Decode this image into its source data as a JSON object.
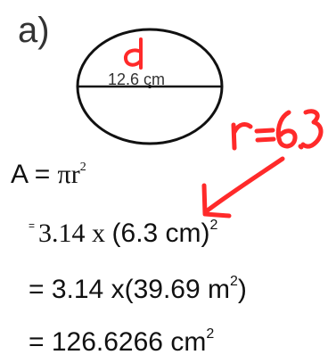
{
  "diagram": {
    "part_label": "a)",
    "diameter_value": "12.6 cm",
    "colors": {
      "ink": "#111111",
      "annotation": "#ff2a2a",
      "label_gray": "#333333"
    }
  },
  "annotations": {
    "d": "d",
    "r": "r=6.3"
  },
  "work": {
    "formula": {
      "lhs": "A = ",
      "pi_r": "πr",
      "exp": "2"
    },
    "step1": {
      "eq": "=",
      "coef": "3.14 x ",
      "paren": "(6.3 cm)",
      "exp": "2"
    },
    "step2": {
      "text": "= 3.14 x(39.69 m",
      "exp": "2",
      "close": ")"
    },
    "step3": {
      "text": "= 126.6266 cm",
      "exp": "2"
    }
  }
}
